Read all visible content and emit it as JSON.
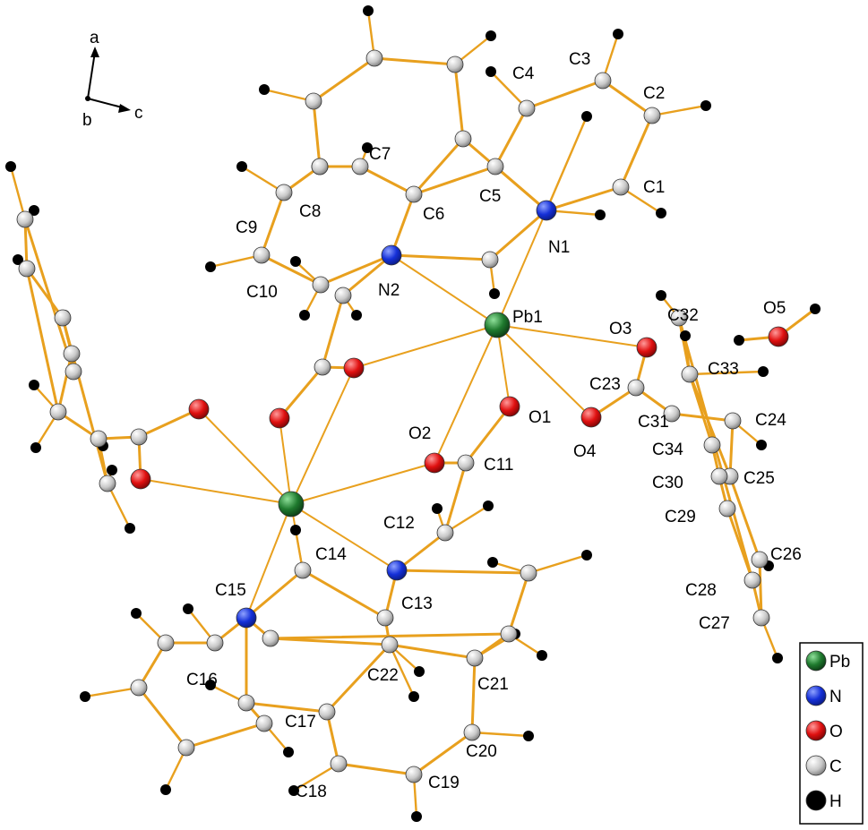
{
  "axes": {
    "a": "a",
    "b": "b",
    "c": "c"
  },
  "atom_labels": {
    "C1": "C1",
    "C2": "C2",
    "C3": "C3",
    "C4": "C4",
    "C5": "C5",
    "C6": "C6",
    "C7": "C7",
    "C8": "C8",
    "C9": "C9",
    "C10": "C10",
    "C11": "C11",
    "C12": "C12",
    "C13": "C13",
    "C14": "C14",
    "C15": "C15",
    "C16": "C16",
    "C17": "C17",
    "C18": "C18",
    "C19": "C19",
    "C20": "C20",
    "C21": "C21",
    "C22": "C22",
    "C23": "C23",
    "C24": "C24",
    "C25": "C25",
    "C26": "C26",
    "C27": "C27",
    "C28": "C28",
    "C29": "C29",
    "C30": "C30",
    "C31": "C31",
    "C32": "C32",
    "C33": "C33",
    "C34": "C34",
    "N1": "N1",
    "N2": "N2",
    "O1": "O1",
    "O2": "O2",
    "O3": "O3",
    "O4": "O4",
    "O5": "O5",
    "Pb1": "Pb1"
  },
  "legend": [
    {
      "symbol": "Pb",
      "color": "#1f7a2e"
    },
    {
      "symbol": "N",
      "color": "#1530d8"
    },
    {
      "symbol": "O",
      "color": "#e01010"
    },
    {
      "symbol": "C",
      "color": "#b8b8b8"
    },
    {
      "symbol": "H",
      "color": "#000000"
    }
  ],
  "colors": {
    "bond": "#e8a01e",
    "Pb": "#1f7a2e",
    "N": "#1530d8",
    "O": "#e01010",
    "C": "#b8b8b8",
    "H": "#000000"
  }
}
